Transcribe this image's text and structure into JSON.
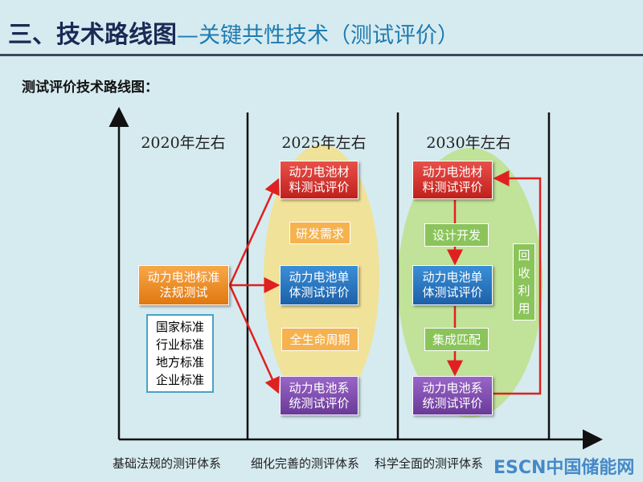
{
  "header": {
    "title_main": "三、技术路线图",
    "title_sub": "—关键共性技术（测试评价）",
    "subtitle": "测试评价技术路线图："
  },
  "years": [
    "2020年左右",
    "2025年左右",
    "2030年左右"
  ],
  "col2020": {
    "main": "动力电池标准法规测试",
    "standards": [
      "国家标准",
      "行业标准",
      "地方标准",
      "企业标准"
    ]
  },
  "col2025": {
    "material": "动力电池材料测试评价",
    "cell": "动力电池单体测试评价",
    "system": "动力电池系统测试评价",
    "tag1": "研发需求",
    "tag2": "全生命周期"
  },
  "col2030": {
    "material": "动力电池材料测试评价",
    "cell": "动力电池单体测试评价",
    "system": "动力电池系统测试评价",
    "tag1": "设计开发",
    "tag2": "集成匹配",
    "recycle": "回收利用"
  },
  "footer": [
    "基础法规的测评体系",
    "细化完善的测评体系",
    "科学全面的测评体系"
  ],
  "watermark": "ESCN中国储能网",
  "colors": {
    "red": "#d0302a",
    "blue": "#2a78c8",
    "purple": "#8050b0",
    "orange": "#f09030",
    "yellow": "#f5e08a",
    "green": "#bde08a"
  }
}
